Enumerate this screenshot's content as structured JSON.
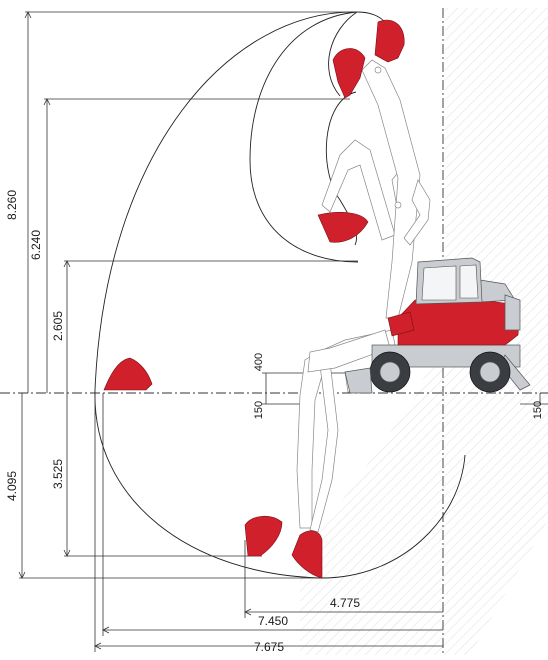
{
  "dimensions": {
    "vertical": {
      "max_height": "8.260",
      "dump_height": "6.240",
      "height_2605": "2.605",
      "max_depth": "4.095",
      "depth_3525": "3.525",
      "ref_400": "400",
      "ref_150_left": "150",
      "ref_150_right": "150"
    },
    "horizontal": {
      "reach_4775": "4.775",
      "reach_7450": "7.450",
      "reach_7675": "7.675"
    }
  },
  "colors": {
    "accent": "#d0202b",
    "line": "#222222",
    "hatch": "#e6e6e6"
  }
}
